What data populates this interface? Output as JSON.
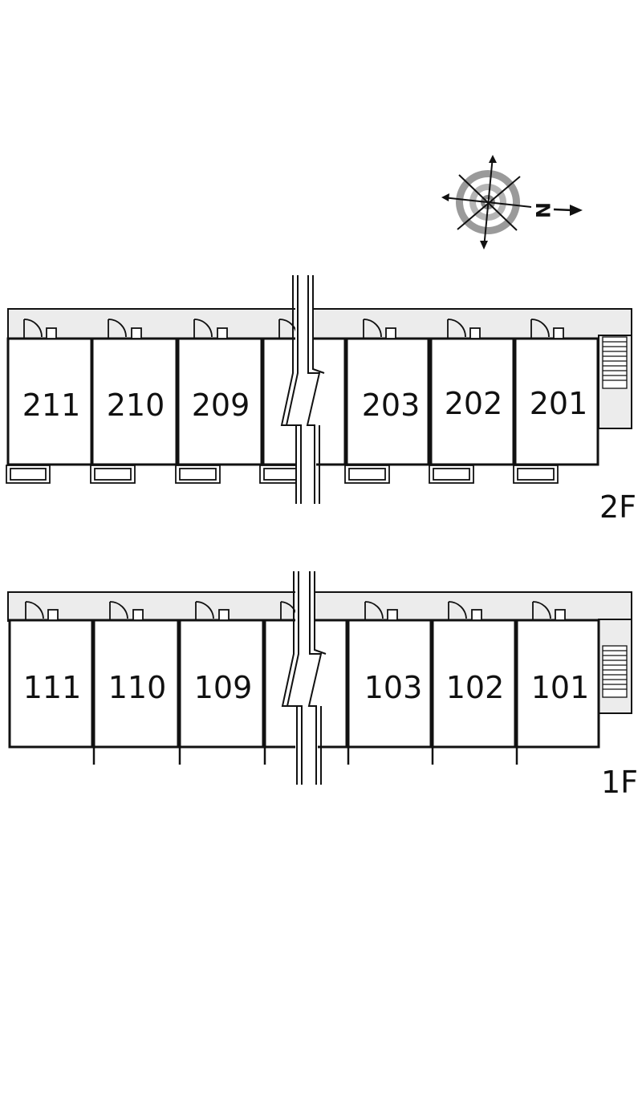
{
  "compass": {
    "north_label": "N",
    "direction": "east"
  },
  "floors": [
    {
      "id": "floor-2",
      "label": "2F",
      "units": [
        {
          "number": "211"
        },
        {
          "number": "210"
        },
        {
          "number": "209"
        },
        {
          "number": ""
        },
        {
          "number": "203"
        },
        {
          "number": "202"
        },
        {
          "number": "201"
        }
      ]
    },
    {
      "id": "floor-1",
      "label": "1F",
      "units": [
        {
          "number": "111"
        },
        {
          "number": "110"
        },
        {
          "number": "109"
        },
        {
          "number": ""
        },
        {
          "number": "103"
        },
        {
          "number": "102"
        },
        {
          "number": "101"
        }
      ]
    }
  ],
  "colors": {
    "line": "#111111",
    "corridor": "#ececec",
    "background": "#ffffff"
  }
}
